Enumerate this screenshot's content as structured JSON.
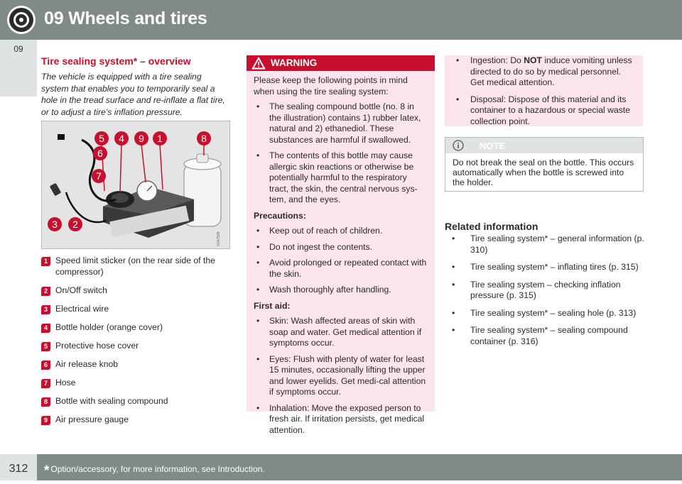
{
  "header": {
    "title": "09 Wheels and tires"
  },
  "sidetab": {
    "label": "09"
  },
  "footer": {
    "page": "312",
    "star": "*",
    "note": "Option/accessory, for more information, see Introduction."
  },
  "section": {
    "title": "Tire sealing system* – overview",
    "intro": "The vehicle is equipped with a tire sealing system that enables you to temporarily seal a hole in the tread surface and re-inflate a flat tire, or to adjust a tire’s inflation pressure."
  },
  "figure": {
    "code": "G047539",
    "callouts": [
      "5",
      "4",
      "9",
      "1",
      "8",
      "6",
      "7",
      "3",
      "2"
    ]
  },
  "legend": [
    {
      "num": "1",
      "text": "Speed limit sticker (on the rear side of the compressor)"
    },
    {
      "num": "2",
      "text": "On/Off switch"
    },
    {
      "num": "3",
      "text": "Electrical wire"
    },
    {
      "num": "4",
      "text": "Bottle holder (orange cover)"
    },
    {
      "num": "5",
      "text": "Protective hose cover"
    },
    {
      "num": "6",
      "text": "Air release knob"
    },
    {
      "num": "7",
      "text": "Hose"
    },
    {
      "num": "8",
      "text": "Bottle with sealing compound"
    },
    {
      "num": "9",
      "text": "Air pressure gauge"
    }
  ],
  "warning": {
    "title": "WARNING",
    "intro": "Please keep the following points in mind when using the tire sealing system:",
    "points": [
      "The sealing compound bottle (no. 8 in the illustration) contains 1) rubber latex, natural and 2) ethanediol. These substances are harmful if swallowed.",
      "The contents of this bottle may cause allergic skin reactions or otherwise be potentially harmful to the respiratory tract, the skin, the central nervous sys-tem, and the eyes."
    ],
    "precautions_title": "Precautions:",
    "precautions": [
      "Keep out of reach of children.",
      "Do not ingest the contents.",
      "Avoid prolonged or repeated contact with the skin.",
      "Wash thoroughly after handling."
    ],
    "first_aid_title": "First aid:",
    "first_aid": [
      "Skin: Wash affected areas of skin with soap and water. Get medical attention if symptoms occur.",
      "Eyes: Flush with plenty of water for least 15 minutes, occasionally lifting the upper and lower eyelids. Get medi-cal attention if symptoms occur.",
      "Inhalation: Move the exposed person to fresh air. If irritation persists, get medical attention."
    ]
  },
  "continued": {
    "ingestion_pre": "Ingestion: Do ",
    "ingestion_bold": "NOT",
    "ingestion_post": " induce vomiting unless directed to do so by medical personnel. Get medical attention.",
    "disposal": "Disposal: Dispose of this material and its container to a hazardous or special waste collection point."
  },
  "note": {
    "title": "NOTE",
    "text": "Do not break the seal on the bottle. This occurs automatically when the bottle is screwed into the holder."
  },
  "related": {
    "title": "Related information",
    "items": [
      "Tire sealing system* – general information (p. 310)",
      "Tire sealing system* – inflating tires (p. 315)",
      "Tire sealing system – checking inflation pressure (p. 315)",
      "Tire sealing system* – sealing hole (p. 313)",
      "Tire sealing system* – sealing compound container (p. 316)"
    ]
  },
  "colors": {
    "accent": "#c8102e",
    "header": "#7f8a89",
    "warning_bg": "#fbe4ec"
  }
}
